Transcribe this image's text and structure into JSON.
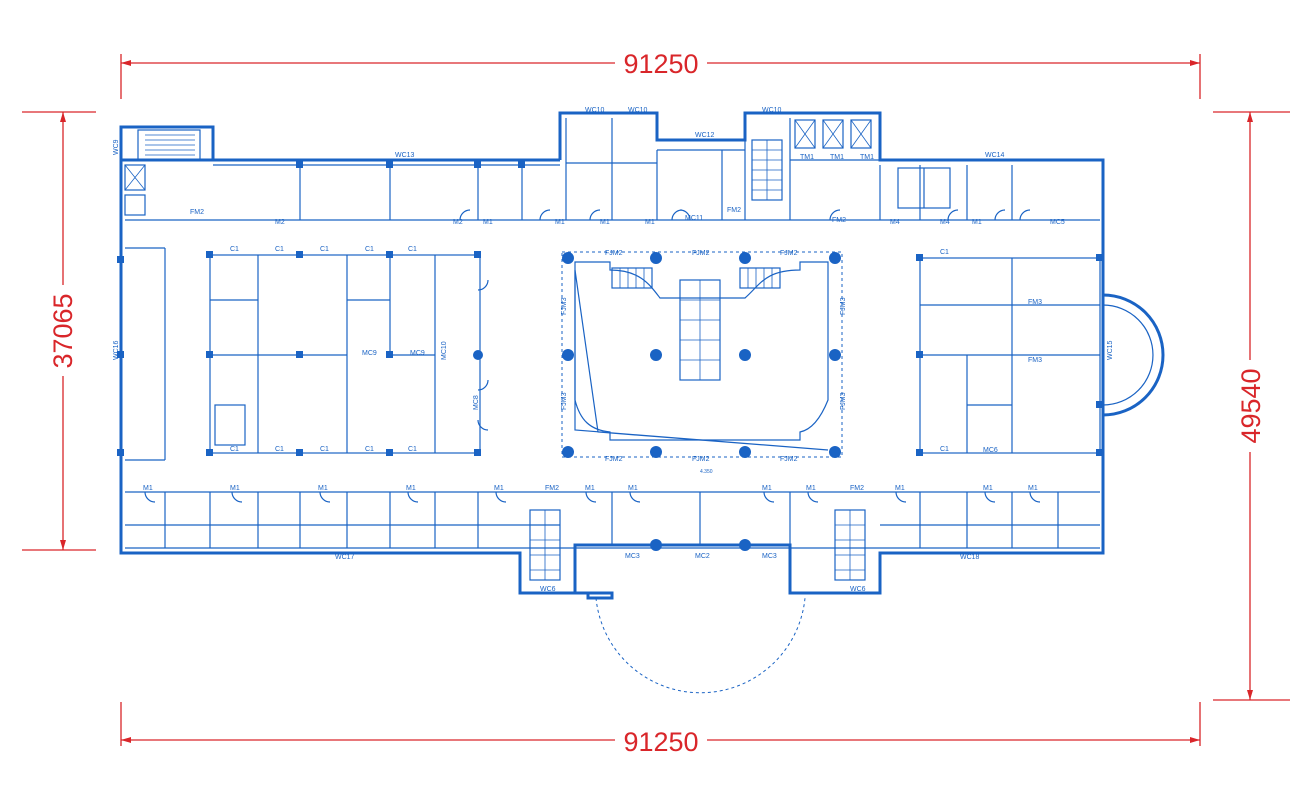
{
  "dimensions": {
    "top": "91250",
    "bottom": "91250",
    "left": "37065",
    "right": "49540"
  },
  "colors": {
    "plan": "#1a63c4",
    "dimension": "#d9262a"
  },
  "labels": {
    "wc13": "WC13",
    "wc14": "WC14",
    "wc10a": "WC10",
    "wc10b": "WC10",
    "wc10c": "WC10",
    "wc12": "WC12",
    "wc9": "WC9",
    "wc16": "WC16",
    "wc15": "WC15",
    "wc17": "WC17",
    "wc18": "WC18",
    "wc6a": "WC6",
    "wc6b": "WC6",
    "mc5": "MC5",
    "mc9a": "MC9",
    "mc9b": "MC9",
    "mc10": "MC10",
    "mc8": "MC8",
    "mc11": "MC11",
    "mc6": "MC6",
    "mc2": "MC2",
    "mc3a": "MC3",
    "mc3b": "MC3",
    "fjm2a": "FJM2",
    "fjm2b": "FJM2",
    "fjm2c": "FJM2",
    "fjm2d": "FJM2",
    "fjm2e": "FJM2",
    "fjm2f": "FJM2",
    "fjm3a": "FJM3",
    "fjm3b": "FJM3",
    "fjm3c": "FJM3",
    "fjm3d": "FJM3",
    "fm3a": "FM3",
    "fm3b": "FM3",
    "fm2a": "FM2",
    "fm2b": "FM2",
    "fm2c": "FM2",
    "fm2d": "FM2",
    "fm2e": "FM2",
    "tm1a": "TM1",
    "tm1b": "TM1",
    "tm1c": "TM1",
    "elev": "4.350"
  },
  "windows": [
    "C1",
    "C1",
    "C1",
    "C1",
    "C1",
    "C1",
    "C1",
    "C1",
    "C1",
    "C1",
    "C1",
    "C1"
  ],
  "doors_bottom_row": [
    "M1",
    "M1",
    "M1",
    "M1",
    "M1",
    "M1",
    "M1",
    "M1",
    "M1",
    "M1",
    "M1",
    "M1"
  ],
  "doors_top_row": [
    "M2",
    "M2",
    "M1",
    "M1",
    "M1",
    "M1",
    "M4",
    "M4",
    "M1"
  ]
}
